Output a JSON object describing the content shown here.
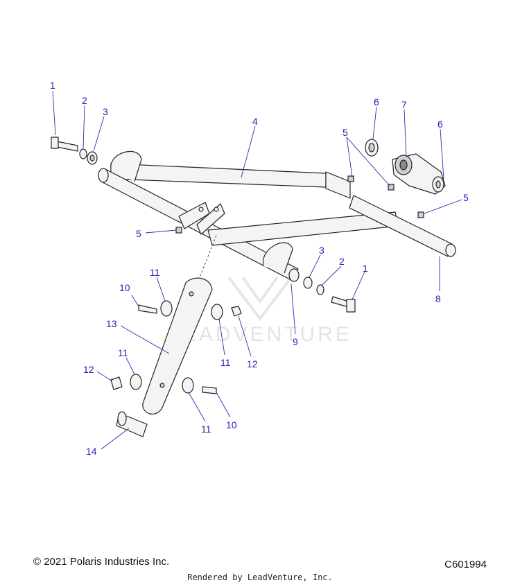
{
  "watermark": {
    "text": "LEADVENTURE"
  },
  "callouts": [
    {
      "id": "c1a",
      "label": "1"
    },
    {
      "id": "c2a",
      "label": "2"
    },
    {
      "id": "c3a",
      "label": "3"
    },
    {
      "id": "c4",
      "label": "4"
    },
    {
      "id": "c5a",
      "label": "5"
    },
    {
      "id": "c6a",
      "label": "6"
    },
    {
      "id": "c7",
      "label": "7"
    },
    {
      "id": "c6b",
      "label": "6"
    },
    {
      "id": "c5b",
      "label": "5"
    },
    {
      "id": "c5c",
      "label": "5"
    },
    {
      "id": "c8",
      "label": "8"
    },
    {
      "id": "c3b",
      "label": "3"
    },
    {
      "id": "c2b",
      "label": "2"
    },
    {
      "id": "c1b",
      "label": "1"
    },
    {
      "id": "c9",
      "label": "9"
    },
    {
      "id": "c10a",
      "label": "10"
    },
    {
      "id": "c11a",
      "label": "11"
    },
    {
      "id": "c13",
      "label": "13"
    },
    {
      "id": "c11b",
      "label": "11"
    },
    {
      "id": "c12a",
      "label": "12"
    },
    {
      "id": "c11c",
      "label": "11"
    },
    {
      "id": "c12b",
      "label": "12"
    },
    {
      "id": "c11d",
      "label": "11"
    },
    {
      "id": "c10b",
      "label": "10"
    },
    {
      "id": "c14",
      "label": "14"
    }
  ],
  "footer": {
    "copyright": "© 2021 Polaris Industries Inc.",
    "diagram_code": "C601994",
    "rendered_by": "Rendered by LeadVenture, Inc."
  }
}
